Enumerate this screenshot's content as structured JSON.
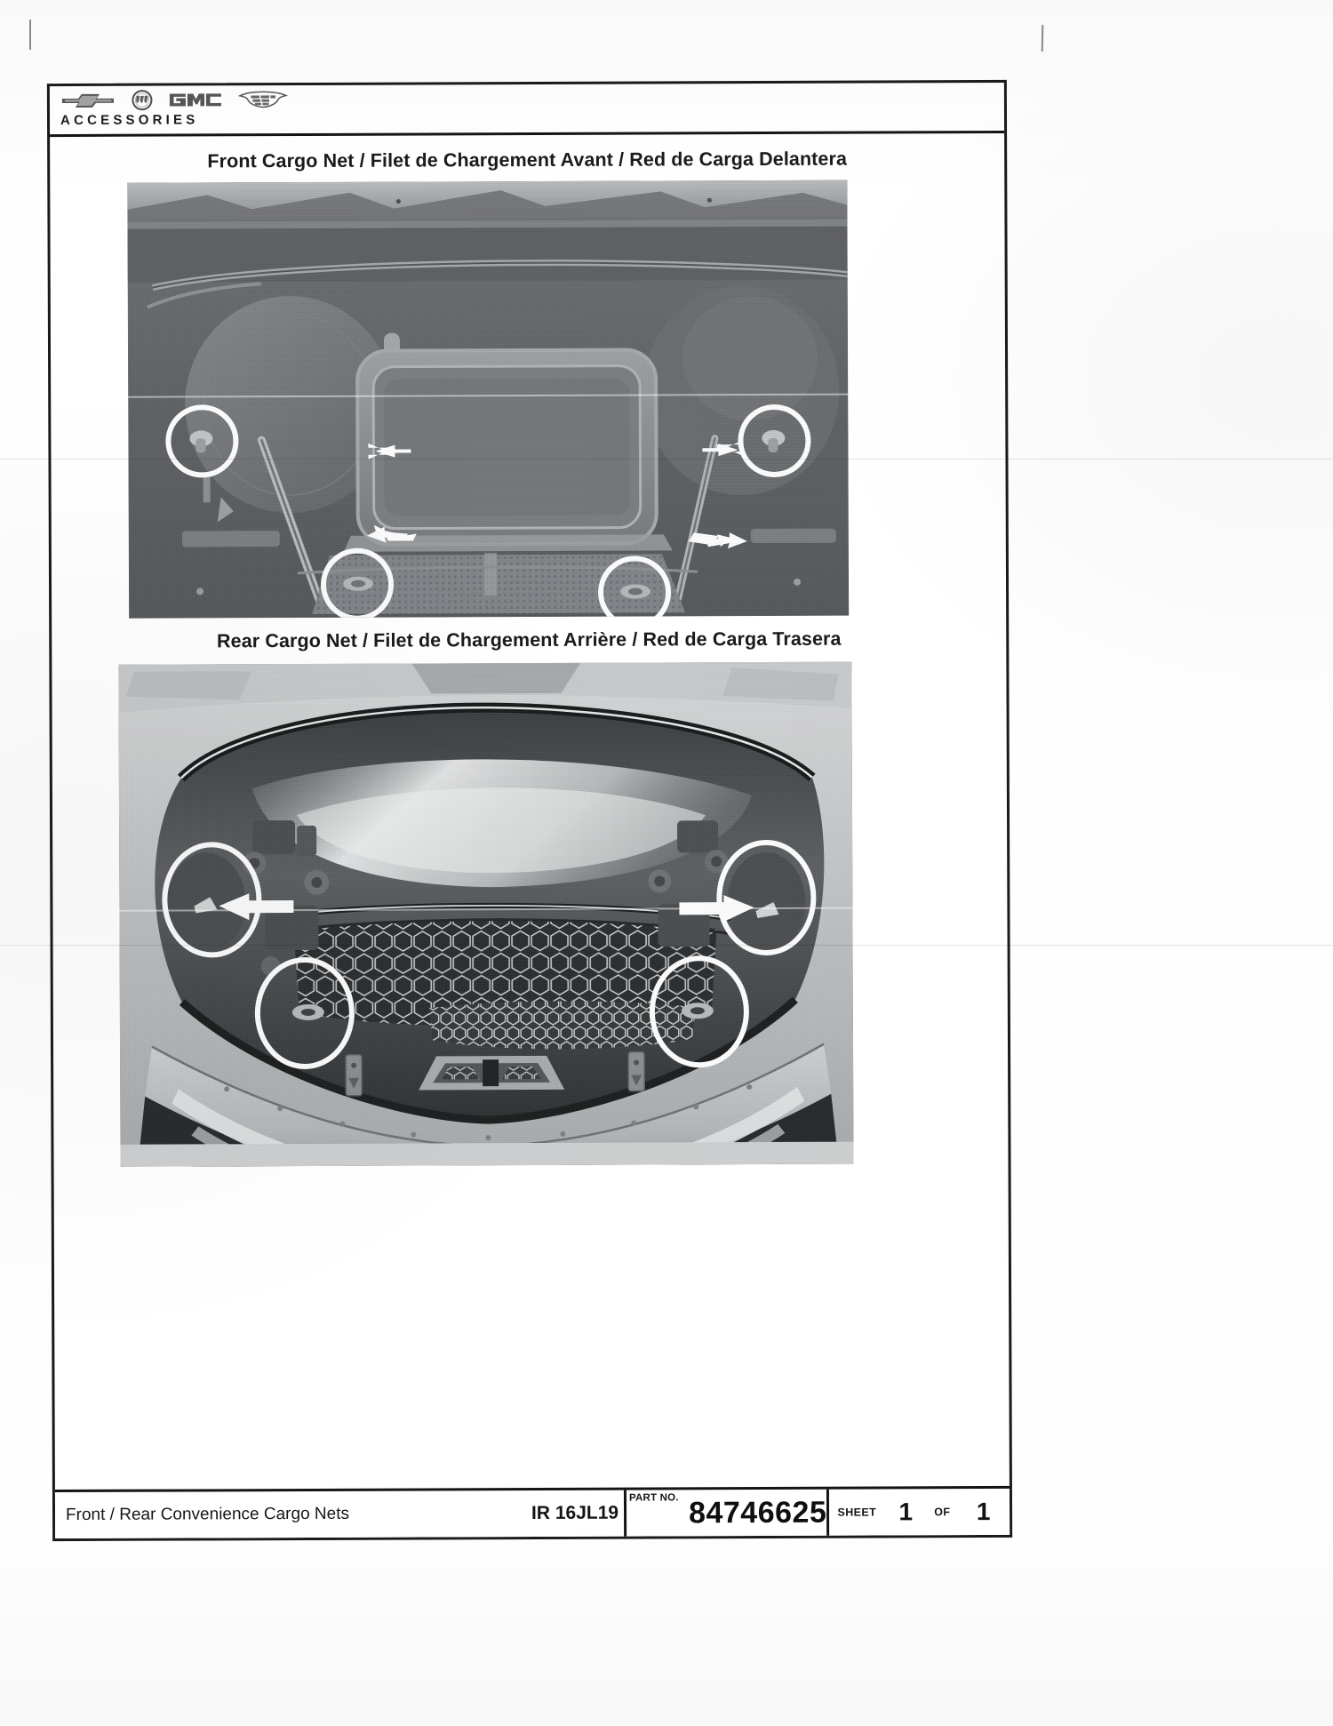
{
  "header": {
    "brand_logos": [
      {
        "name": "chevrolet-logo",
        "label": "Chevrolet"
      },
      {
        "name": "buick-logo",
        "label": "Buick"
      },
      {
        "name": "gmc-logo",
        "label": "GMC"
      },
      {
        "name": "cadillac-logo",
        "label": "Cadillac"
      }
    ],
    "accessories_label": "ACCESSORIES"
  },
  "sections": {
    "front": {
      "title": "Front Cargo Net / Filet de Chargement Avant  / Red de Carga Delantera",
      "image_caption": "Front cargo area with cargo net installed over storage compartment, four white circles highlighting anchor attachment points"
    },
    "rear": {
      "title": "Rear Cargo Net / Filet de Chargement Arrière / Red de Carga Trasera",
      "image_caption": "Rear cargo area with mesh cargo net installed, white circles highlighting anchor attachment points"
    }
  },
  "footer": {
    "description": "Front / Rear Convenience Cargo Nets",
    "ir_code": "IR 16JL19",
    "part_no_label": "PART NO.",
    "part_no": "84746625",
    "sheet_label": "SHEET",
    "sheet_number": "1",
    "of_label": "OF",
    "sheet_total": "1"
  },
  "colors": {
    "ink": "#141414",
    "callout_ring": "#ffffff",
    "page": "#ffffff"
  }
}
